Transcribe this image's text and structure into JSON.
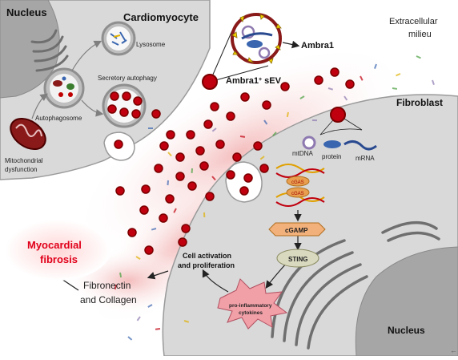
{
  "labels": {
    "nucleus_top": "Nucleus",
    "cardiomyocyte": "Cardiomyocyte",
    "lysosome": "Lysosome",
    "secretory_autophagy": "Secretory autophagy",
    "autophagosome": "Autophagosome",
    "mito_line1": "Mitochondrial",
    "mito_line2": "dysfunction",
    "ambra1": "Ambra1",
    "ambra1_sev_prefix": "Ambra1",
    "ambra1_sev_sup": "+",
    "ambra1_sev_suffix": " sEV",
    "extracellular_line1": "Extracellular",
    "extracellular_line2": "milieu",
    "fibroblast": "Fibroblast",
    "mtdna": "mtDNA",
    "protein": "protein",
    "mrna": "mRNA",
    "cgas": "cGAS",
    "cgamp": "cGAMP",
    "sting": "STING",
    "cytokines_line1": "pro-inflammatory",
    "cytokines_line2": "cytokines",
    "cell_activation_line1": "Cell activation",
    "cell_activation_line2": "and proliferation",
    "fibronectin_line1": "Fibronectin",
    "fibronectin_line2": "and Collagen",
    "myocardial_line1": "Myocardial",
    "myocardial_line2": "fibrosis",
    "nucleus_bottom": "Nucleus",
    "corner_glyph": "←"
  },
  "colors": {
    "cell": "#d9d9d9",
    "nucleus": "#a6a6a6",
    "vesicle_fill": "#c0000e",
    "vesicle_stroke": "#7a0000",
    "fibrosis_text": "#e0001a",
    "cgas_fill": "#e8a050",
    "cgamp_fill": "#f2b07a",
    "sting_fill": "#d9d9c0",
    "cytokine_fill": "#f2a0a8"
  }
}
